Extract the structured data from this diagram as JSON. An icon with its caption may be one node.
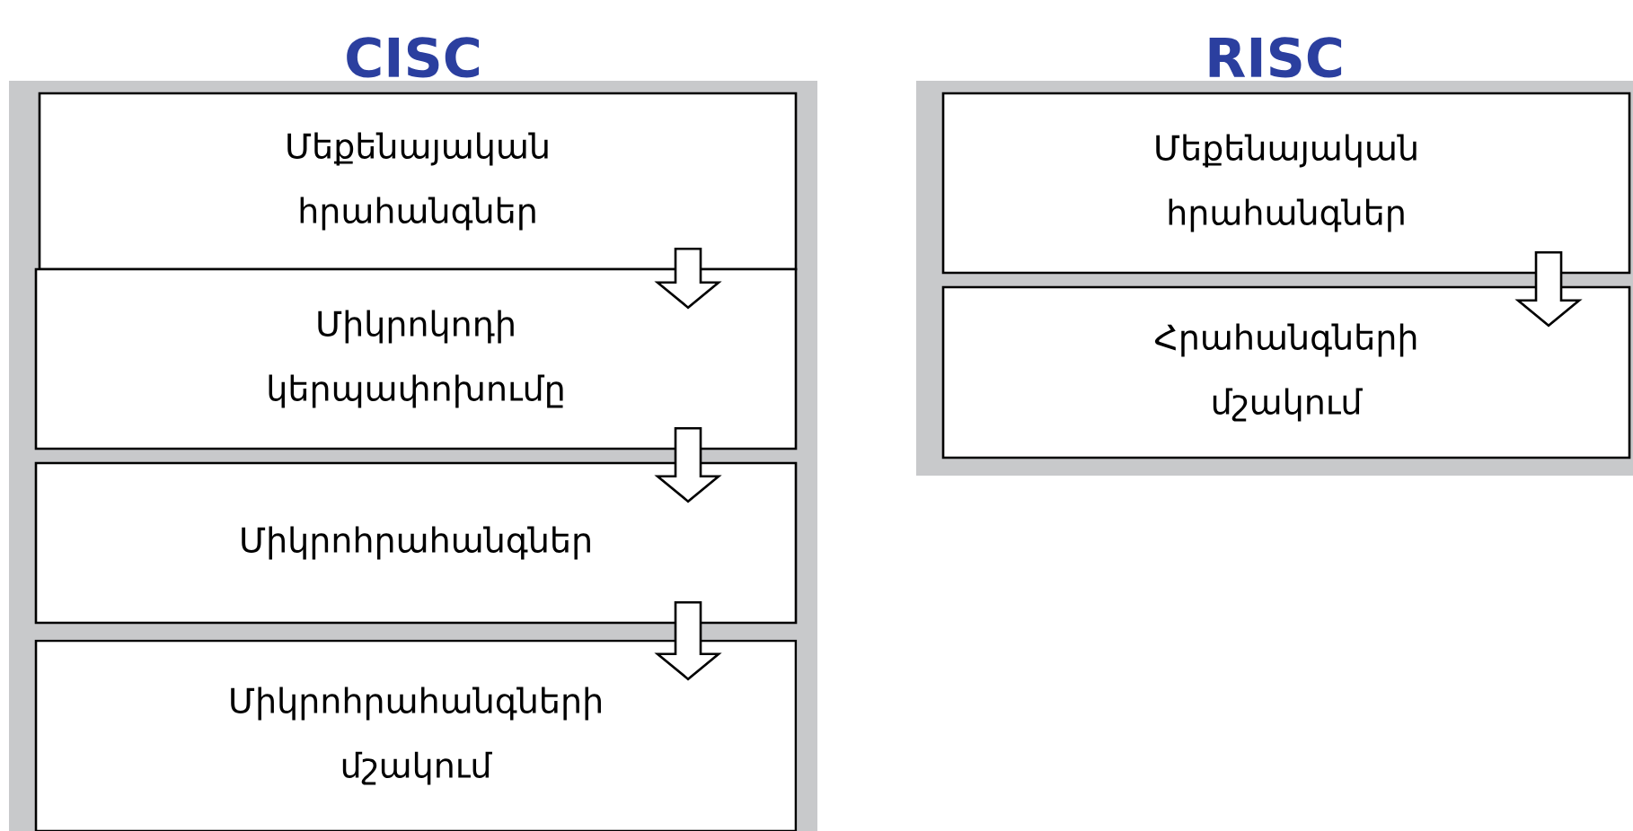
{
  "diagram": {
    "nodes": [
      {
        "text": [
          "CISC"
        ]
      },
      {
        "text": [
          "Մեքենայական հրահանգներ"
        ],
        "in": 0
      },
      {
        "text": [
          "Միկրոկոդի կերպափոխումը"
        ],
        "in": 0
      },
      {
        "text": [
          "Միկրոհրահանգներ"
        ],
        "in": 0
      },
      {
        "text": [
          "Միկրոհրահանգների մշակում"
        ],
        "in": 0
      },
      {
        "text": [
          "RISC"
        ]
      },
      {
        "text": [
          "Մեքենայական հրահանգներ"
        ],
        "in": 5
      },
      {
        "text": [
          "Հրահանգների մշակում"
        ],
        "in": 5
      }
    ],
    "edges": [
      {
        "from": 1,
        "to": 2,
        "arrow": "to"
      },
      {
        "from": 2,
        "to": 3,
        "arrow": "to"
      },
      {
        "from": 3,
        "to": 4,
        "arrow": "to"
      },
      {
        "from": 6,
        "to": 7,
        "arrow": "to"
      }
    ]
  }
}
